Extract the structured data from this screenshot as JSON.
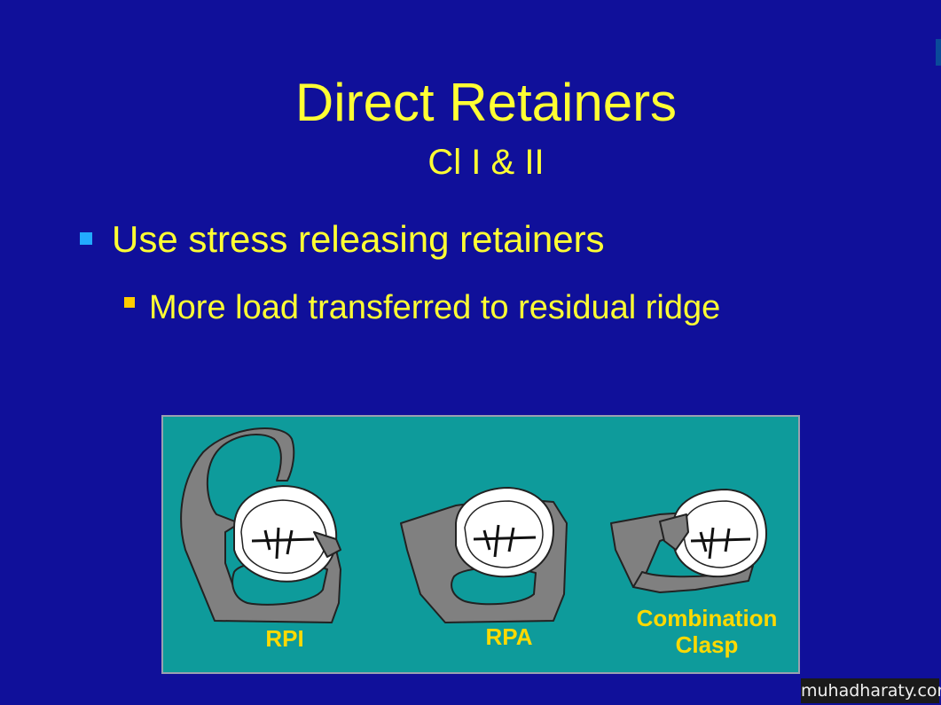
{
  "slide": {
    "title": "Direct Retainers",
    "subtitle": "Cl I & II",
    "bullet_level1": "Use stress releasing retainers",
    "bullet_level2": "More load transferred to residual ridge"
  },
  "figure": {
    "labels": {
      "rpi": "RPI",
      "rpa": "RPA",
      "combination": "Combination Clasp"
    }
  },
  "watermark": "muhadharaty.com",
  "colors": {
    "background": "#10109a",
    "text": "#ffff33",
    "bullet1_marker": "#22aaff",
    "bullet2_marker": "#ffcc00",
    "figure_background": "#0e9b9b",
    "figure_labels": "#ffd900"
  }
}
